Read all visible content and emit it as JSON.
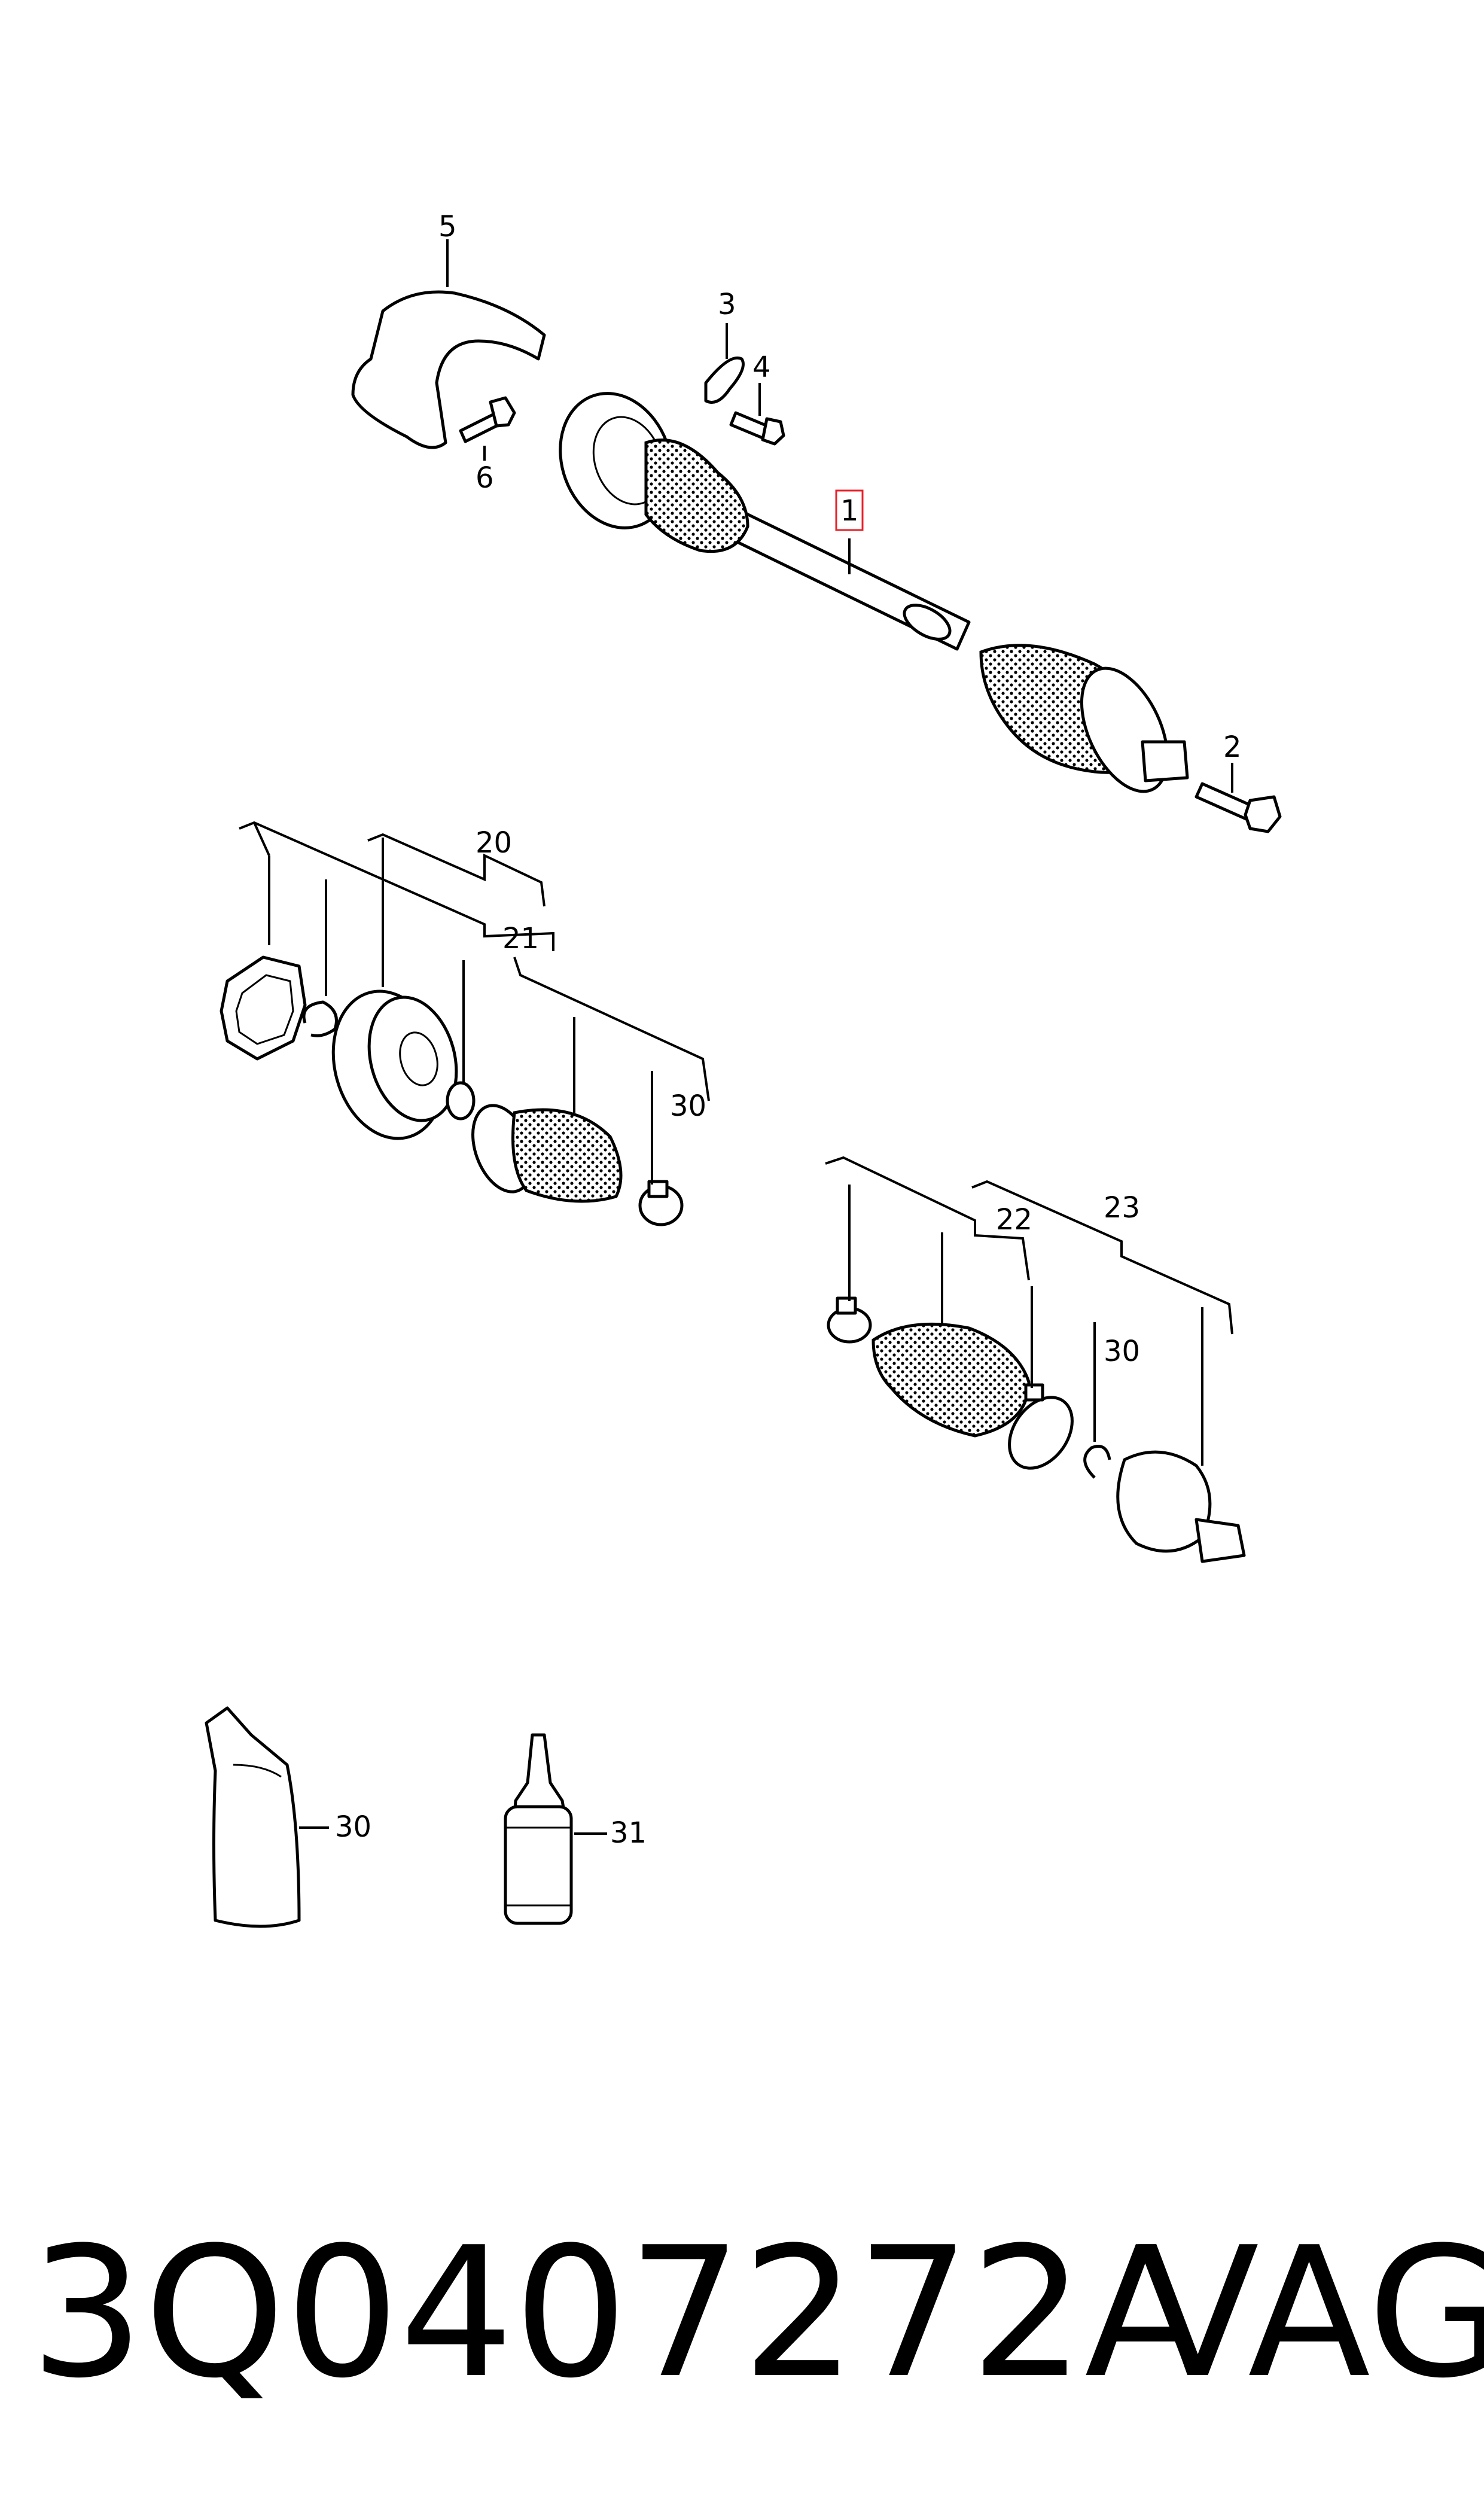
{
  "callouts": {
    "c1": "1",
    "c2": "2",
    "c3": "3",
    "c4": "4",
    "c5": "5",
    "c6": "6",
    "c20": "20",
    "c21": "21",
    "c22": "22",
    "c23": "23",
    "c30a": "30",
    "c30b": "30",
    "c30c": "30",
    "c31": "31"
  },
  "footer": {
    "part_number": "3Q0407272A",
    "brand": "VAG"
  },
  "colors": {
    "highlight": "#e8202a"
  }
}
